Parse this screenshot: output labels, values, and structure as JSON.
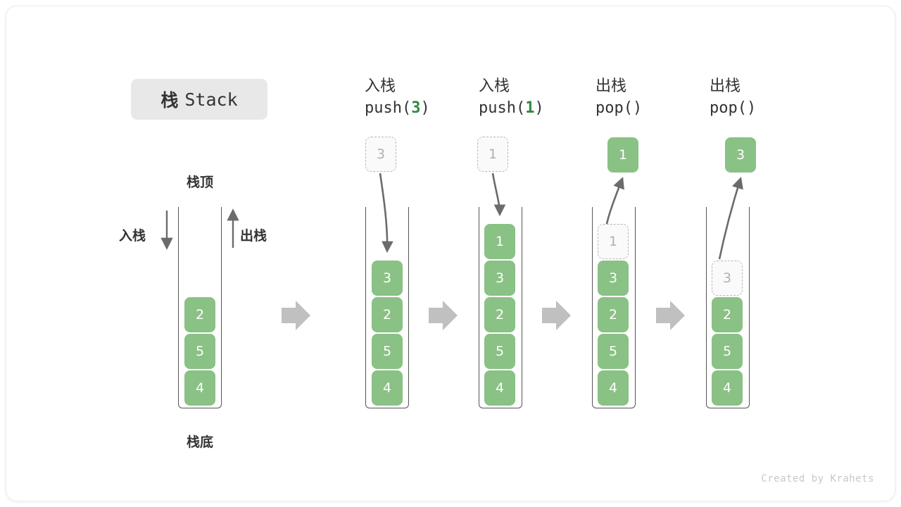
{
  "title": {
    "cn": "栈",
    "en": "Stack"
  },
  "labels": {
    "top": "栈顶",
    "bottom": "栈底",
    "push": "入栈",
    "pop": "出栈"
  },
  "footer": "Created by Krahets",
  "colors": {
    "cell_fill": "#8ac185",
    "cell_text": "#ffffff",
    "ghost_border": "#b9b9b9",
    "ghost_text": "#b0b0b0",
    "accent_green": "#2e8b3d",
    "arrow_gray": "#6b6b6b",
    "step_arrow": "#c0c0c0",
    "badge_bg": "#e8e8e8"
  },
  "columns": [
    {
      "id": "initial",
      "head_cn": "",
      "head_code": "",
      "head_code_num": "",
      "float_box": null,
      "cells": [
        {
          "value": "2",
          "state": "filled"
        },
        {
          "value": "5",
          "state": "filled"
        },
        {
          "value": "4",
          "state": "filled"
        }
      ]
    },
    {
      "id": "push-3",
      "head_cn": "入栈",
      "head_code_pre": "push(",
      "head_code_num": "3",
      "head_code_post": ")",
      "float_box": {
        "value": "3",
        "state": "ghost"
      },
      "cells": [
        {
          "value": "3",
          "state": "filled"
        },
        {
          "value": "2",
          "state": "filled"
        },
        {
          "value": "5",
          "state": "filled"
        },
        {
          "value": "4",
          "state": "filled"
        }
      ]
    },
    {
      "id": "push-1",
      "head_cn": "入栈",
      "head_code_pre": "push(",
      "head_code_num": "1",
      "head_code_post": ")",
      "float_box": {
        "value": "1",
        "state": "ghost"
      },
      "cells": [
        {
          "value": "1",
          "state": "filled"
        },
        {
          "value": "3",
          "state": "filled"
        },
        {
          "value": "2",
          "state": "filled"
        },
        {
          "value": "5",
          "state": "filled"
        },
        {
          "value": "4",
          "state": "filled"
        }
      ]
    },
    {
      "id": "pop-1",
      "head_cn": "出栈",
      "head_code_pre": "pop(",
      "head_code_num": "",
      "head_code_post": ")",
      "float_box": {
        "value": "1",
        "state": "filled"
      },
      "cells": [
        {
          "value": "1",
          "state": "ghost"
        },
        {
          "value": "3",
          "state": "filled"
        },
        {
          "value": "2",
          "state": "filled"
        },
        {
          "value": "5",
          "state": "filled"
        },
        {
          "value": "4",
          "state": "filled"
        }
      ]
    },
    {
      "id": "pop-3",
      "head_cn": "出栈",
      "head_code_pre": "pop(",
      "head_code_num": "",
      "head_code_post": ")",
      "float_box": {
        "value": "3",
        "state": "filled"
      },
      "cells": [
        {
          "value": "3",
          "state": "ghost"
        },
        {
          "value": "2",
          "state": "filled"
        },
        {
          "value": "5",
          "state": "filled"
        },
        {
          "value": "4",
          "state": "filled"
        }
      ]
    }
  ]
}
